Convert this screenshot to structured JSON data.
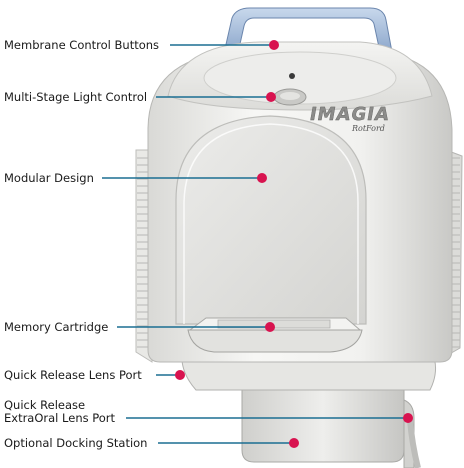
{
  "callouts": [
    {
      "id": "membrane",
      "label": "Membrane Control Buttons"
    },
    {
      "id": "light",
      "label": "Multi-Stage Light Control"
    },
    {
      "id": "modular",
      "label": "Modular Design"
    },
    {
      "id": "memory",
      "label": "Memory Cartridge"
    },
    {
      "id": "lens",
      "label": "Quick Release Lens Port"
    },
    {
      "id": "extraoral",
      "label_line1": "Quick Release",
      "label_line2": "ExtraOral Lens Port"
    },
    {
      "id": "dock",
      "label": "Optional Docking Station"
    }
  ],
  "device": {
    "brand_logo": "IMAGIA",
    "brand_sub": "RotFord"
  },
  "colors": {
    "leader_line": "#1b6e92",
    "dot": "#d8134f",
    "handle": "#9fb6d6",
    "body": "#f2f2f0"
  }
}
